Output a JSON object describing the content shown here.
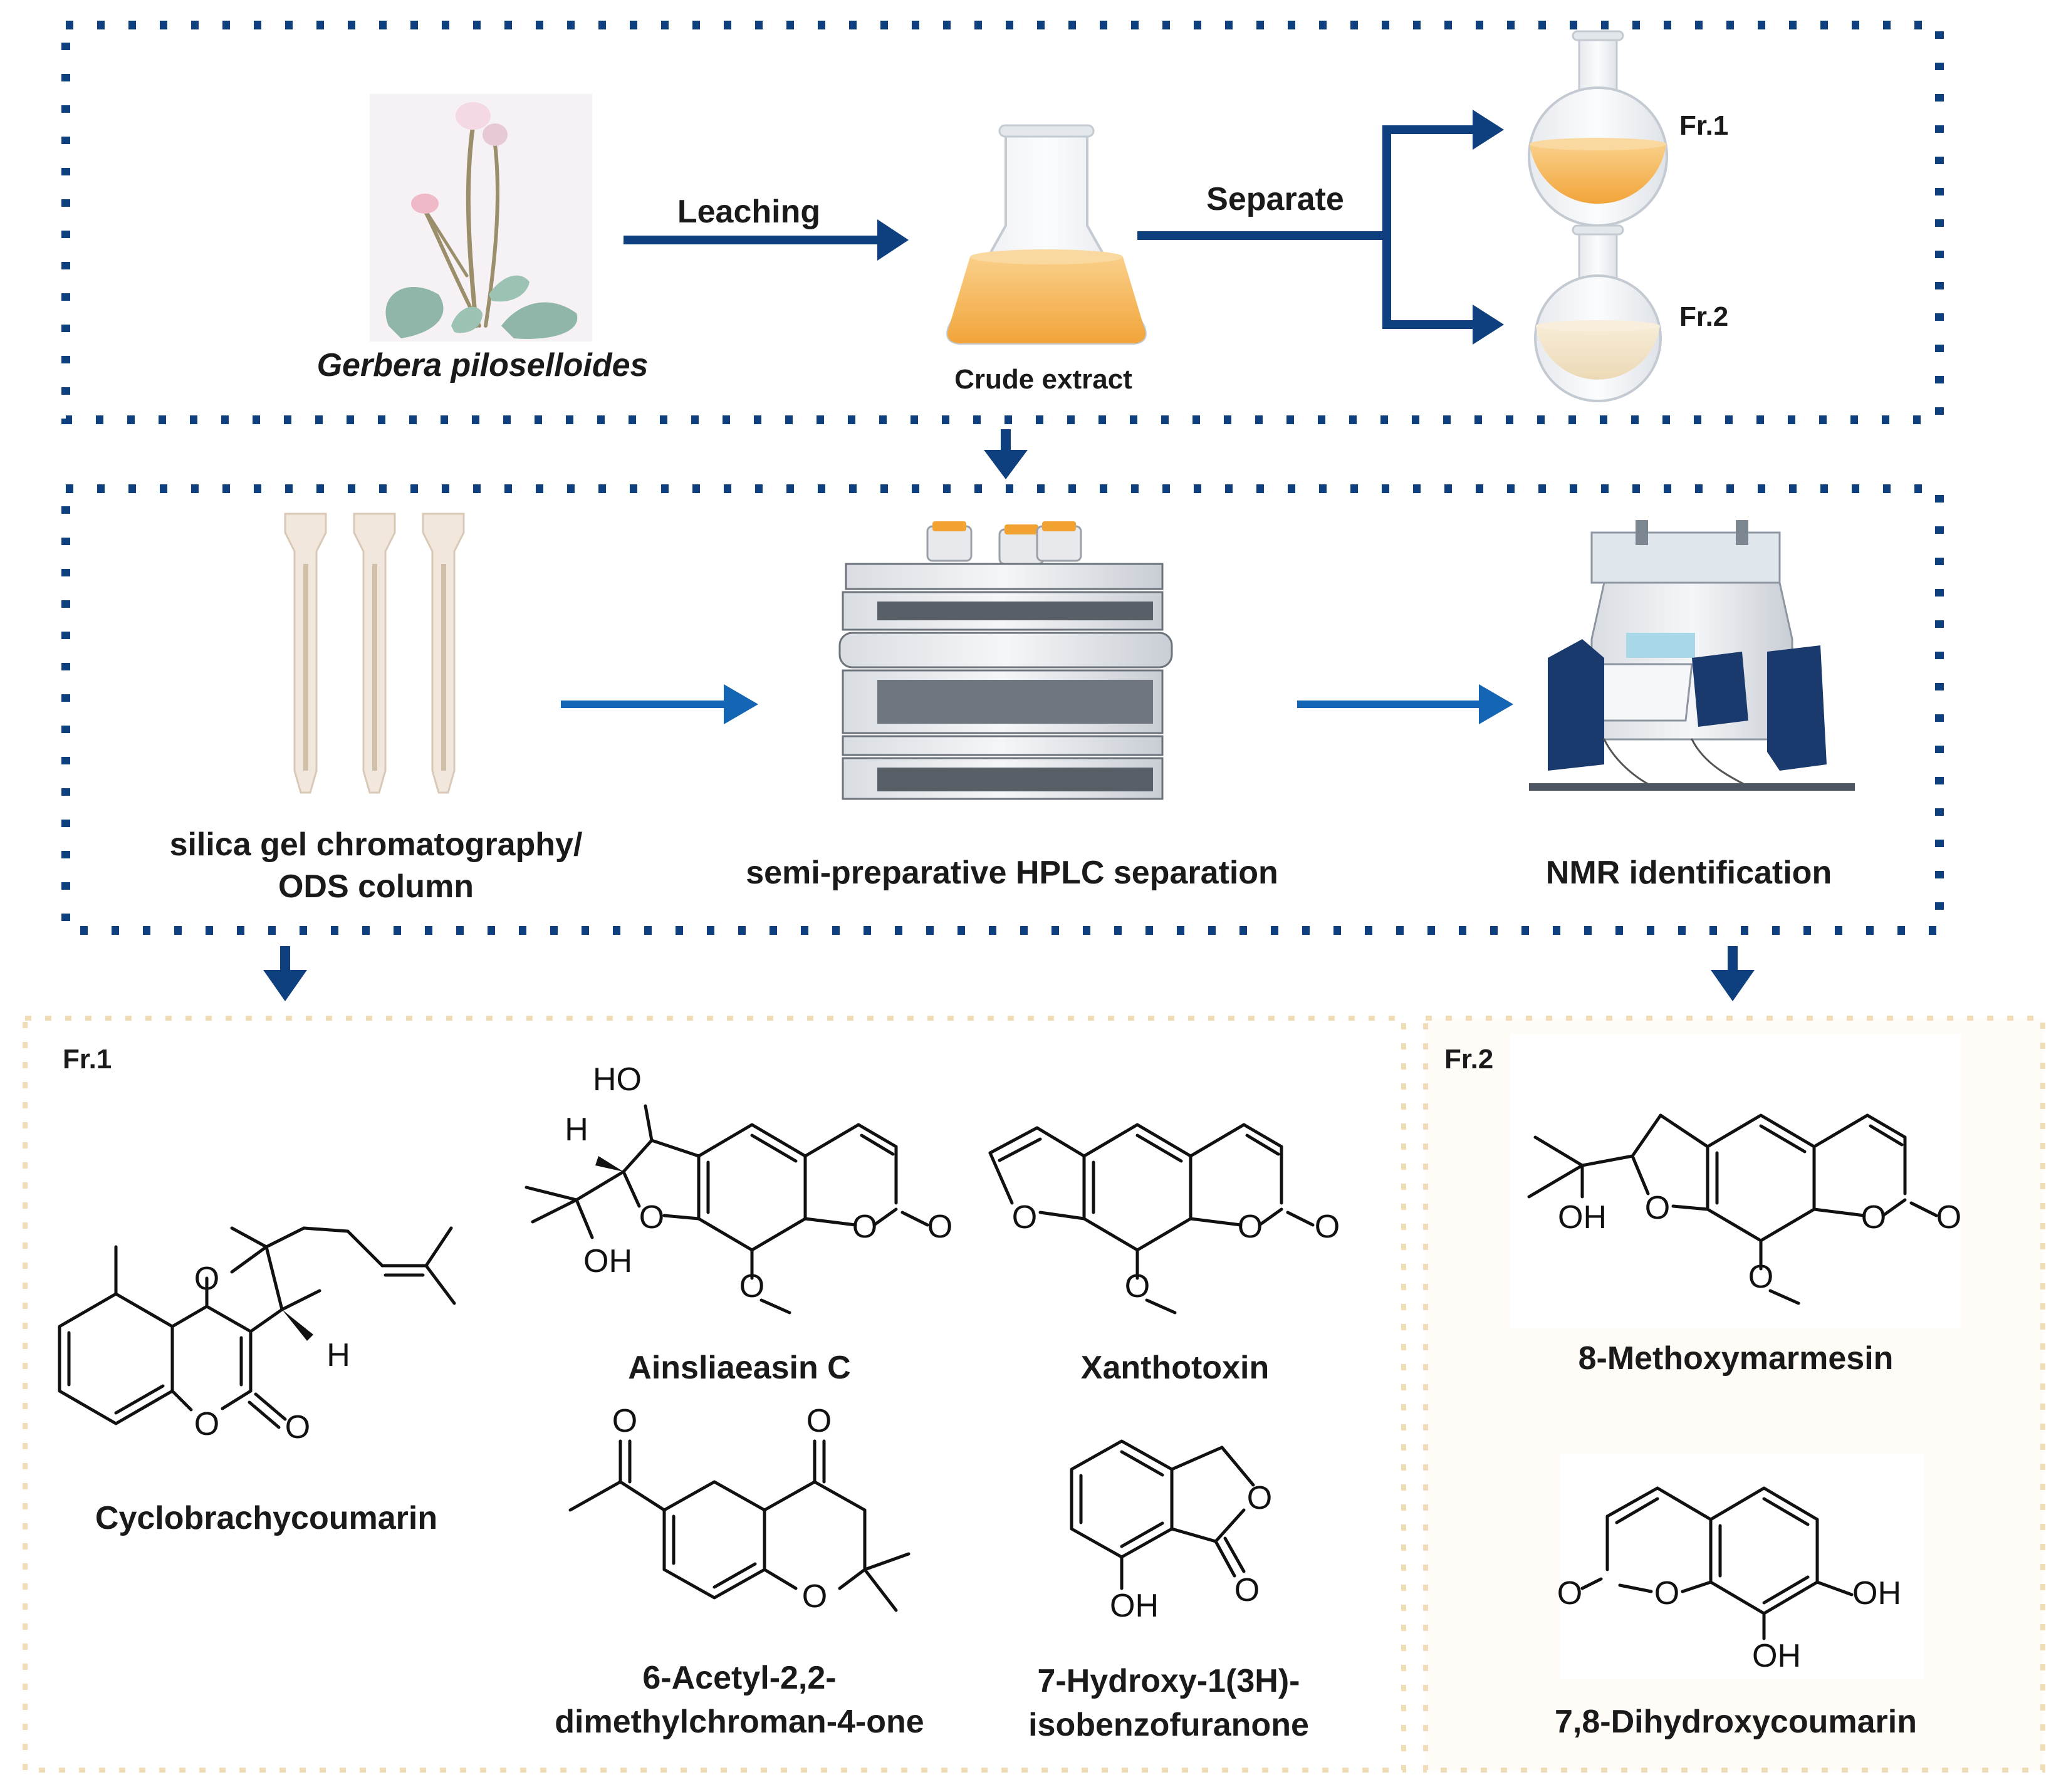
{
  "section1": {
    "plant_label": "Gerbera piloselloides",
    "leaching_label": "Leaching",
    "crude_label": "Crude extract",
    "separate_label": "Separate",
    "fr1_label": "Fr.1",
    "fr2_label": "Fr.2"
  },
  "section2": {
    "column_label_line1": "silica gel chromatography/",
    "column_label_line2": "ODS column",
    "hplc_label": "semi-preparative HPLC separation",
    "nmr_label": "NMR identification"
  },
  "panel_fr1": {
    "title": "Fr.1",
    "compounds": [
      {
        "name": "Cyclobrachycoumarin"
      },
      {
        "name": "Ainsliaeasin C"
      },
      {
        "name": "Xanthotoxin"
      },
      {
        "name_line1": "6-Acetyl-2,2-",
        "name_line2": "dimethylchroman-4-one"
      },
      {
        "name_line1": "7-Hydroxy-1(3H)-",
        "name_line2": "isobenzofuranone"
      }
    ]
  },
  "panel_fr2": {
    "title": "Fr.2",
    "compounds": [
      {
        "name": "8-Methoxymarmesin"
      },
      {
        "name": "7,8-Dihydroxycoumarin"
      }
    ]
  },
  "atoms": {
    "O": "O",
    "OH": "OH",
    "HO": "HO",
    "H": "H"
  },
  "colors": {
    "arrow_navy": "#0e3f7e",
    "arrow_blue": "#1565b5",
    "dotted_border": "#0e3f7e",
    "panel_border": "#f1dcb8",
    "flask_orange": "#f6b860",
    "flask_cream": "#f2e3c4"
  }
}
